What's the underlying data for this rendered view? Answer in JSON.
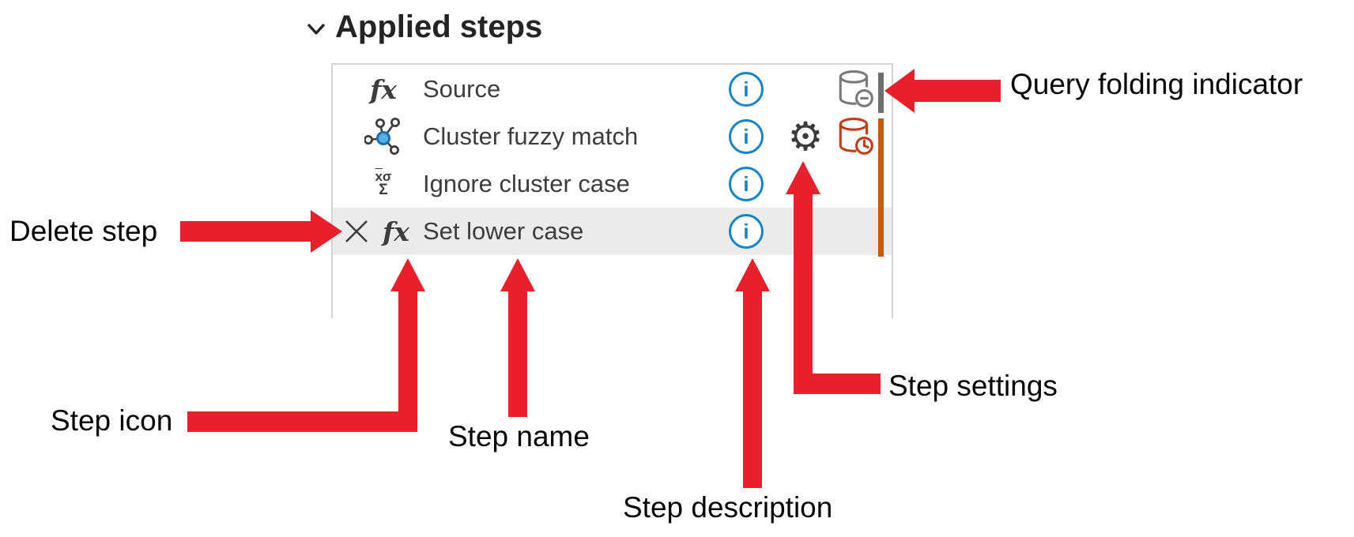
{
  "header": {
    "title": "Applied steps"
  },
  "panel": {
    "steps": [
      {
        "name": "Source",
        "icon": "fx",
        "has_info": true,
        "has_settings": false,
        "folding": "not-supported",
        "selected": false
      },
      {
        "name": "Cluster fuzzy match",
        "icon": "cluster",
        "has_info": true,
        "has_settings": true,
        "folding": "evaluated-outside",
        "selected": false
      },
      {
        "name": "Ignore cluster case",
        "icon": "statistics",
        "has_info": true,
        "has_settings": false,
        "folding": "evaluated-outside",
        "selected": false
      },
      {
        "name": "Set lower case",
        "icon": "fx",
        "has_info": true,
        "has_settings": false,
        "folding": "evaluated-outside",
        "selected": true
      }
    ]
  },
  "glyphs": {
    "fx": "fx",
    "info_i": "i",
    "gear": "⚙",
    "stat_x": "x",
    "stat_sigma": "σ",
    "stat_sum": "Σ"
  },
  "annotations": {
    "query_folding": "Query folding indicator",
    "delete_step": "Delete step",
    "step_icon": "Step icon",
    "step_name": "Step name",
    "step_description": "Step description",
    "step_settings": "Step settings"
  },
  "colors": {
    "arrow_red": "#e8202c",
    "info_blue": "#1583c8",
    "folding_bar_gray": "#6f6f6f",
    "folding_bar_orange": "#c55a11",
    "db_icon_gray": "#7a7a7a",
    "db_icon_red": "#bf3e1c",
    "row_highlight": "#ebebeb",
    "panel_border": "#d4d4d4"
  }
}
